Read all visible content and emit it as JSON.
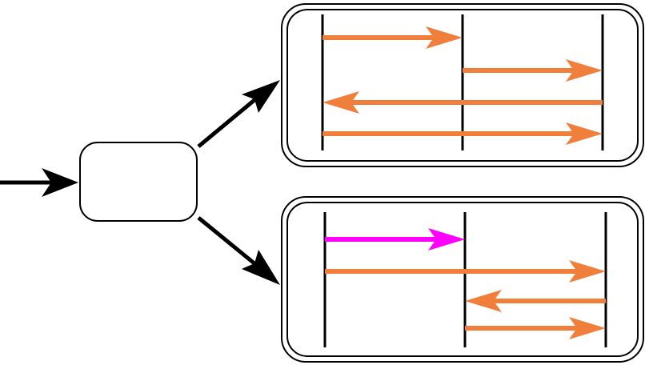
{
  "diagram": {
    "colors": {
      "stroke": "#000000",
      "message": "#F07F3C",
      "highlight": "#FF00FF",
      "background": "#FFFFFF"
    },
    "nodes": {
      "source_box": {
        "label": ""
      },
      "panel_top": {
        "label": ""
      },
      "panel_bottom": {
        "label": ""
      }
    },
    "connectors": [
      {
        "from": "input",
        "to": "source_box"
      },
      {
        "from": "source_box",
        "to": "panel_top"
      },
      {
        "from": "source_box",
        "to": "panel_bottom"
      }
    ],
    "panels": [
      {
        "id": "panel_top",
        "lifelines": 3,
        "messages": [
          {
            "from": 1,
            "to": 2,
            "color": "message"
          },
          {
            "from": 2,
            "to": 3,
            "color": "message"
          },
          {
            "from": 3,
            "to": 1,
            "color": "message"
          },
          {
            "from": 1,
            "to": 3,
            "color": "message"
          }
        ]
      },
      {
        "id": "panel_bottom",
        "lifelines": 3,
        "messages": [
          {
            "from": 1,
            "to": 2,
            "color": "highlight"
          },
          {
            "from": 1,
            "to": 3,
            "color": "message"
          },
          {
            "from": 3,
            "to": 2,
            "color": "message"
          },
          {
            "from": 2,
            "to": 3,
            "color": "message"
          }
        ]
      }
    ]
  }
}
